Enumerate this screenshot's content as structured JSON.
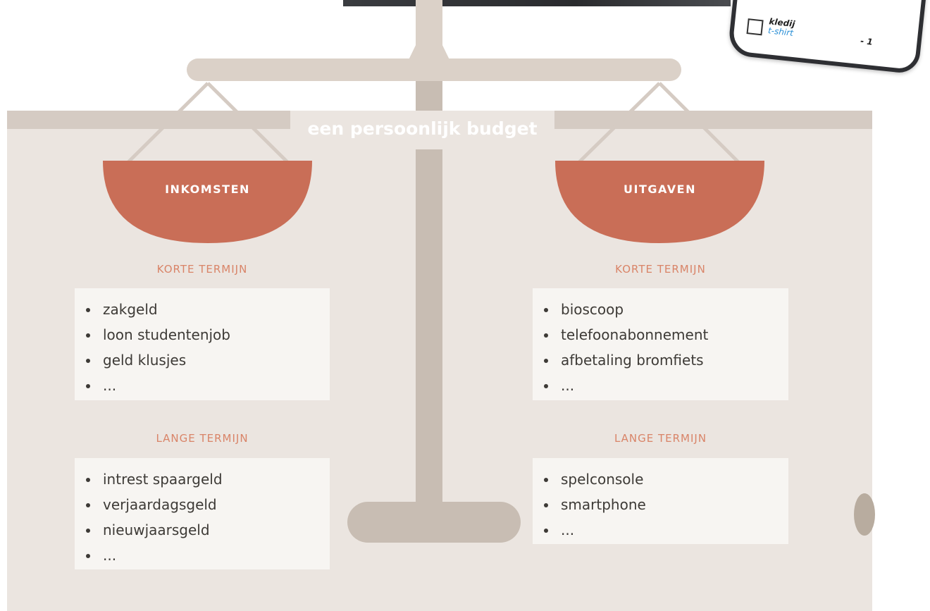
{
  "phone": {
    "item_title": "kledij",
    "item_sub": "t-shirt",
    "amount": "- 1"
  },
  "title": "een persoonlijk budget",
  "left": {
    "pan_label": "INKOMSTEN",
    "short": {
      "heading": "KORTE TERMIJN",
      "items": [
        "zakgeld",
        "loon studentenjob",
        "geld klusjes",
        "..."
      ]
    },
    "long": {
      "heading": "LANGE TERMIJN",
      "items": [
        "intrest spaargeld",
        "verjaardagsgeld",
        "nieuwjaarsgeld",
        "..."
      ]
    }
  },
  "right": {
    "pan_label": "UITGAVEN",
    "short": {
      "heading": "KORTE TERMIJN",
      "items": [
        "bioscoop",
        "telefoonabonnement",
        "afbetaling bromfiets",
        "..."
      ]
    },
    "long": {
      "heading": "LANGE TERMIJN",
      "items": [
        "spelconsole",
        "smartphone",
        "..."
      ]
    }
  },
  "colors": {
    "pan": "#c96e57",
    "beam": "#dbd1c8",
    "panel": "#ebe5e0",
    "heading": "#d98468"
  }
}
